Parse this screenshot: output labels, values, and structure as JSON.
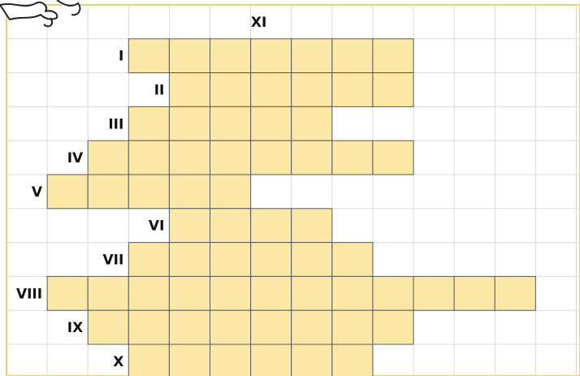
{
  "colors": {
    "background": "#ffffff",
    "grid_line": "#d9d9d9",
    "cell_fill": "#fbe8a6",
    "cell_stroke": "#5a5a5a",
    "frame": "#e8cf7a",
    "label": "#111111"
  },
  "decoration": {
    "corner_illustration": "rabbit-legs-icon"
  },
  "column_label": {
    "text": "XI"
  },
  "rows": [
    {
      "label": "I",
      "start": 3,
      "end": 10
    },
    {
      "label": "II",
      "start": 4,
      "end": 10
    },
    {
      "label": "III",
      "start": 3,
      "end": 8
    },
    {
      "label": "IV",
      "start": 2,
      "end": 10
    },
    {
      "label": "V",
      "start": 1,
      "end": 6
    },
    {
      "label": "VI",
      "start": 4,
      "end": 8
    },
    {
      "label": "VII",
      "start": 3,
      "end": 9
    },
    {
      "label": "VIII",
      "start": 1,
      "end": 13
    },
    {
      "label": "IX",
      "start": 2,
      "end": 10
    },
    {
      "label": "X",
      "start": 3,
      "end": 9
    }
  ]
}
